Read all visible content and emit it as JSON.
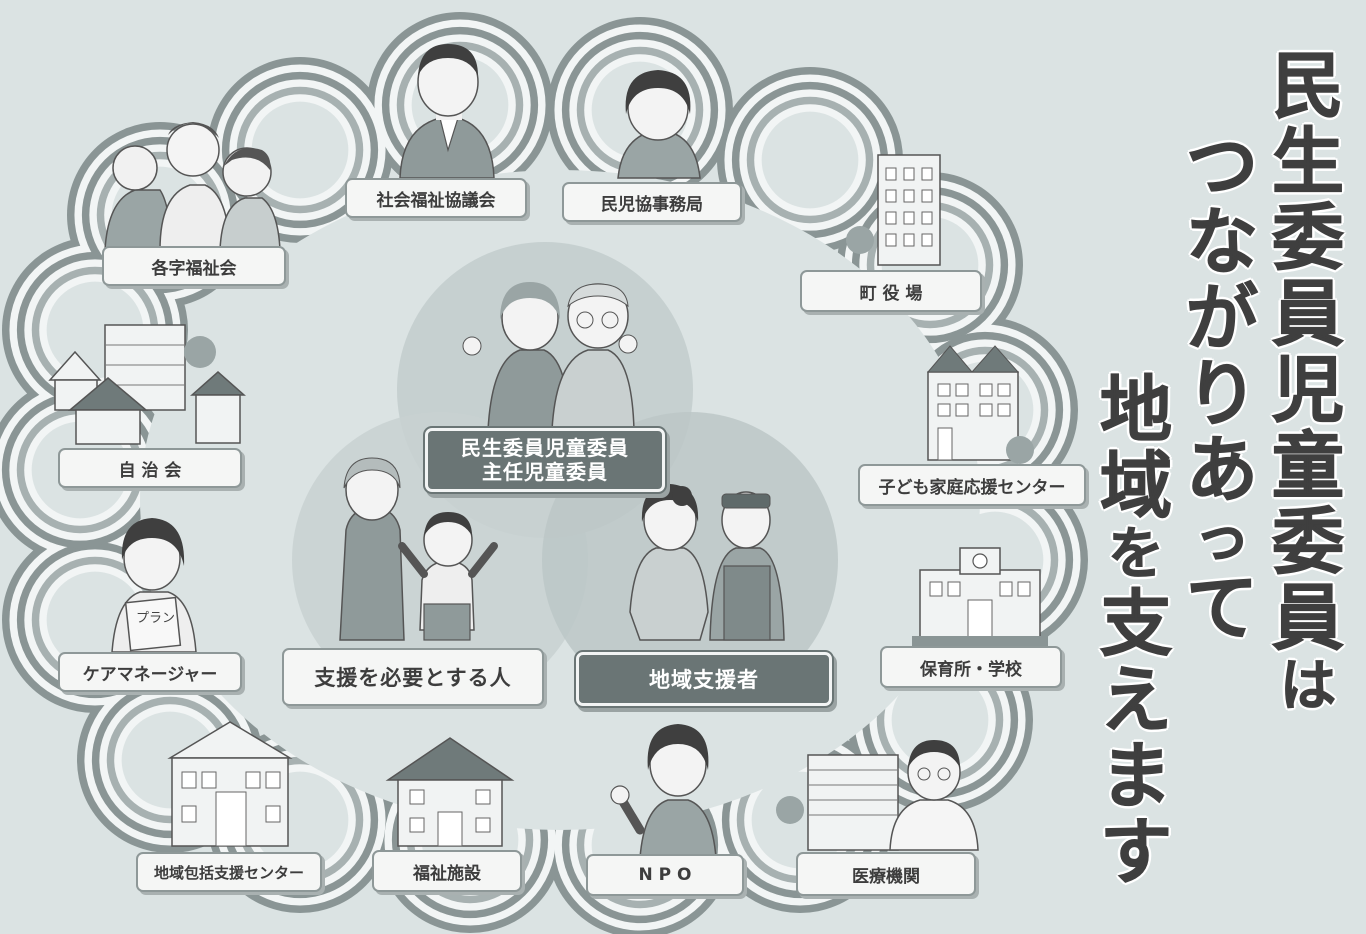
{
  "title": {
    "column1": [
      "民",
      "生",
      "委",
      "員",
      "児",
      "童",
      "委",
      "員",
      "は"
    ],
    "column2": [
      "つ",
      "な",
      "が",
      "り",
      "あ",
      "っ",
      "て"
    ],
    "column3": [
      "地",
      "域",
      "を",
      "支",
      "え",
      "ま",
      "す"
    ]
  },
  "center": {
    "top_label_line1": "民生委員児童委員",
    "top_label_line2": "主任児童委員",
    "left_label": "支援を必要とする人",
    "right_label": "地域支援者"
  },
  "nodes": {
    "shakai_fukushi_kyogikai": "社会福祉協議会",
    "minjikyo_jimukyoku": "民児協事務局",
    "machi_yakuba": "町 役 場",
    "kodomo_katei_center": "子ども家庭応援センター",
    "hoikusho_gakko": "保育所・学校",
    "iryo_kikan": "医療機関",
    "npo": "N P O",
    "fukushi_shisetsu": "福祉施設",
    "chiiki_hokatsu_center": "地域包括支援センター",
    "care_manager": "ケアマネージャー",
    "jichikai": "自 治 会",
    "kakuaza_fukushikai": "各字福祉会"
  },
  "illustration_text": {
    "plan_card": "プラン"
  },
  "colors": {
    "background": "#dbe3e3",
    "ring_dark": "#8a9595",
    "ring_light": "#f2f5f5",
    "circle": "#b3bfbf",
    "label_dark": "#6a7575"
  }
}
